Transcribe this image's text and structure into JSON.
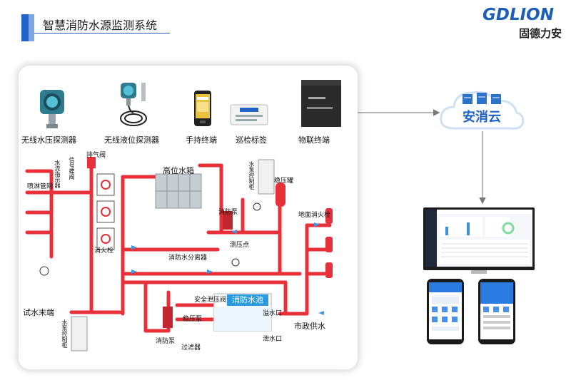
{
  "header": {
    "title": "智慧消防水源监测系统"
  },
  "logo": {
    "en": "GDLION",
    "cn": "固德力安"
  },
  "devices": [
    {
      "label": "无线水压探测器"
    },
    {
      "label": "无线液位探测器"
    },
    {
      "label": "手持终端"
    },
    {
      "label": "巡检标签"
    },
    {
      "label": "物联终端"
    }
  ],
  "cloud": {
    "label": "安消云"
  },
  "diagram": {
    "high_tank": "高位水箱",
    "pool": "消防水池",
    "municipal": "市政供水",
    "test_end": "试水末端",
    "fire_hydrant": "消火栓",
    "distributor": "消防水分离器",
    "pump1": "消防泵",
    "pump2": "消防泵",
    "stab_pump": "稳压泵",
    "safety_valve": "安全泄压阀",
    "exhaust_valve": "排气阀",
    "pressure_tank": "稳压罐",
    "ground_hydrant": "地面消火栓",
    "overflow": "溢水口",
    "drain": "泄水口",
    "filter": "过滤器",
    "spray_pipe": "喷淋管网",
    "pressure_point": "测压点",
    "signal_valve": "信号蝶阀",
    "flow_indicator": "水流指示器",
    "pump_ctrl1": "水泵控制柜",
    "pump_ctrl2": "水泵控制柜"
  }
}
